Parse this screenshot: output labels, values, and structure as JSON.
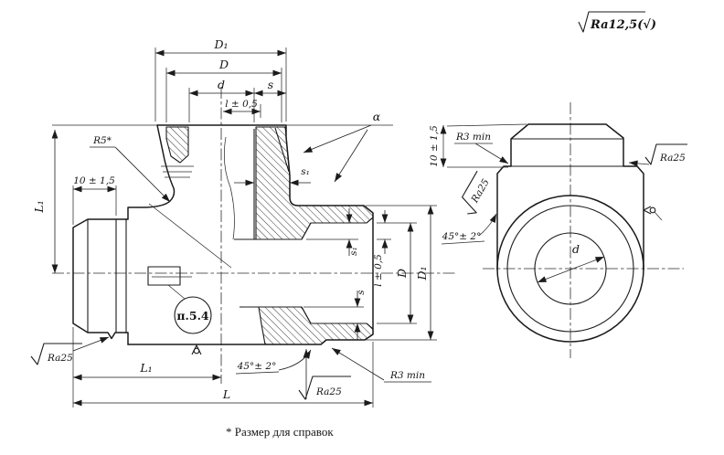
{
  "page": {
    "background": "#ffffff",
    "ink_color": "#1b1b1b"
  },
  "notes": {
    "surface_finish_general": "Ra12,5(√)",
    "footnote": "* Размер для справок"
  },
  "callouts": {
    "marking_note": "п.5.4"
  },
  "main_view": {
    "dims_top": {
      "d1": "D₁",
      "D": "D",
      "d": "d",
      "s": "s",
      "l": "l ± 0,5"
    },
    "dims_left": {
      "r5": "R5*",
      "ten": "10 ± 1,5",
      "L1": "L₁"
    },
    "dims_right": {
      "alpha": "α",
      "s1_wall": "s₁",
      "s1": "s₁",
      "s": "s",
      "l": "l ± 0,5",
      "D": "D",
      "D1": "D₁"
    },
    "dims_bottom": {
      "L1": "L₁",
      "L": "L",
      "chamfer": "45°± 2°",
      "ra25_left": "Ra25",
      "ra25_center": "Ra25",
      "r3": "R3 min"
    }
  },
  "side_view": {
    "dims": {
      "ten": "10 ± 1,5",
      "r3": "R3 min",
      "ra25_slope": "Ra25",
      "chamfer": "45°± 2°",
      "ra25_right": "Ra25",
      "d": "d"
    }
  }
}
